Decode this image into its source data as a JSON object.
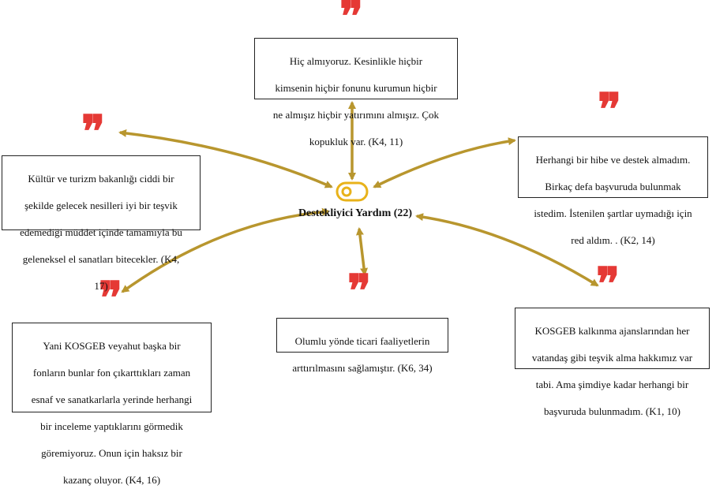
{
  "center": {
    "label": "Destekliyici Yardım (22)",
    "icon": "toggle-icon"
  },
  "colors": {
    "arrow": "#B8962E",
    "quote": "#E53935",
    "border": "#222222",
    "icon": "#E8B21A"
  },
  "quotes": [
    {
      "id": "top",
      "text": "Hiç almıyoruz. Kesinlikle hiçbir kimsenin hiçbir fonunu kurumun hiçbir ne almışız hiçbir yatırımını almışız. Çok kopukluk var. (K4, 11)",
      "lines": [
        "Hiç almıyoruz. Kesinlikle hiçbir",
        "kimsenin hiçbir fonunu kurumun hiçbir",
        "ne almışız hiçbir yatırımını almışız. Çok",
        "kopukluk var. (K4, 11)"
      ]
    },
    {
      "id": "left",
      "text": "Kültür ve turizm bakanlığı ciddi bir şekilde gelecek nesilleri iyi bir teşvik edemediği müddet içinde tamamıyla bu geleneksel el sanatları bitecekler. (K4, 17)",
      "lines": [
        "Kültür ve turizm bakanlığı ciddi bir",
        "şekilde gelecek nesilleri iyi bir teşvik",
        "edemediği müddet içinde tamamıyla bu",
        "geleneksel el sanatları bitecekler.   (K4,",
        "17)"
      ]
    },
    {
      "id": "right",
      "text": "Herhangi bir hibe ve destek almadım. Birkaç defa başvuruda bulunmak istedim. İstenilen şartlar uymadığı için red aldım. . (K2, 14)",
      "lines": [
        "Herhangi bir hibe ve destek almadım.",
        "Birkaç defa başvuruda bulunmak",
        "istedim. İstenilen şartlar uymadığı için",
        "red aldım. . (K2, 14)"
      ]
    },
    {
      "id": "bottom-left",
      "text": "Yani KOSGEB veyahut başka bir fonların bunlar fon çıkarttıkları zaman esnaf ve sanatkarlarla yerinde herhangi bir inceleme yaptıklarını görmedik göremiyoruz. Onun için haksız bir kazanç oluyor. (K4, 16)",
      "lines": [
        "Yani KOSGEB veyahut başka bir",
        "fonların bunlar fon çıkarttıkları zaman",
        "esnaf ve sanatkarlarla yerinde herhangi",
        "bir inceleme yaptıklarını  görmedik",
        "göremiyoruz. Onun için haksız bir",
        "kazanç oluyor. (K4, 16)"
      ]
    },
    {
      "id": "bottom-center",
      "text": "Olumlu yönde ticari faaliyetlerin arttırılmasını sağlamıştır. (K6, 34)",
      "lines": [
        "Olumlu yönde ticari faaliyetlerin",
        "arttırılmasını sağlamıştır. (K6, 34)"
      ]
    },
    {
      "id": "bottom-right",
      "text": "KOSGEB kalkınma ajanslarından her vatandaş gibi teşvik alma hakkımız var tabi. Ama şimdiye kadar herhangi bir başvuruda bulunmadım. (K1, 10)",
      "lines": [
        "KOSGEB kalkınma ajanslarından her",
        "vatandaş gibi teşvik alma hakkımız var",
        "tabi. Ama şimdiye kadar herhangi bir",
        "başvuruda bulunmadım. (K1, 10)"
      ]
    }
  ],
  "quote_mark": "❞"
}
